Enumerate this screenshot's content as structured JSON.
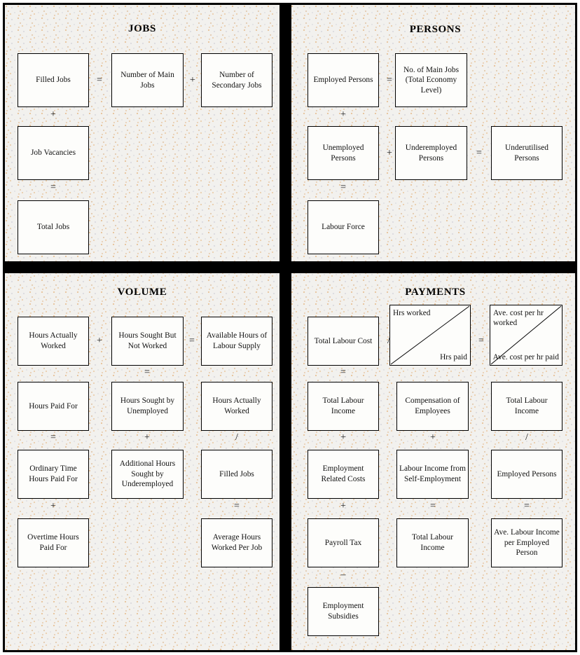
{
  "quadrants": {
    "jobs": {
      "title": "JOBS",
      "boxes": {
        "filled_jobs": "Filled Jobs",
        "number_main_jobs": "Number of Main Jobs",
        "number_secondary_jobs": "Number of Secondary Jobs",
        "job_vacancies": "Job Vacancies",
        "total_jobs": "Total Jobs"
      },
      "operators": {
        "eq_r1": "=",
        "plus_r1": "+",
        "plus_c1a": "+",
        "eq_c1b": "="
      }
    },
    "persons": {
      "title": "PERSONS",
      "boxes": {
        "employed_persons": "Employed Persons",
        "no_main_jobs_total_economy": "No. of Main Jobs (Total Economy Level)",
        "unemployed_persons": "Unemployed Persons",
        "underemployed_persons": "Underemployed Persons",
        "underutilised_persons": "Underutilised Persons",
        "labour_force": "Labour Force"
      },
      "operators": {
        "eq_r1": "=",
        "plus_c1a": "+",
        "plus_r2": "+",
        "eq_r2": "=",
        "eq_c1b": "="
      }
    },
    "volume": {
      "title": "VOLUME",
      "boxes": {
        "hours_actually_worked": "Hours Actually Worked",
        "hours_sought_but_not_worked": "Hours Sought But Not Worked",
        "available_hours_labour_supply": "Available Hours of Labour Supply",
        "hours_paid_for": "Hours Paid For",
        "hours_sought_by_unemployed": "Hours Sought by Unemployed",
        "hours_actually_worked_2": "Hours Actually Worked",
        "ordinary_time_hours_paid_for": "Ordinary Time Hours Paid For",
        "additional_hours_sought_by_underemployed": "Additional Hours Sought by Underemployed",
        "filled_jobs": "Filled Jobs",
        "overtime_hours_paid_for": "Overtime Hours Paid For",
        "average_hours_worked_per_job": "Average Hours Worked Per Job"
      },
      "operators": {
        "plus_r1": "+",
        "eq_r1": "=",
        "eq_c2a": "=",
        "eq_c1a": "=",
        "plus_c2b": "+",
        "div_c3a": "/",
        "plus_c1b": "+",
        "eq_c3b": "="
      }
    },
    "payments": {
      "title": "PAYMENTS",
      "boxes": {
        "total_labour_cost": "Total Labour Cost",
        "hrs_split_top": "Hrs worked",
        "hrs_split_bottom": "Hrs paid",
        "ave_cost_split_top": "Ave. cost per hr worked",
        "ave_cost_split_bottom": "Ave. cost per hr paid",
        "total_labour_income_c1": "Total Labour Income",
        "compensation_of_employees": "Compensation of Employees",
        "total_labour_income_c3": "Total Labour Income",
        "employment_related_costs": "Employment Related Costs",
        "labour_income_self_employment": "Labour Income from Self-Employment",
        "employed_persons": "Employed Persons",
        "payroll_tax": "Payroll Tax",
        "total_labour_income_c2": "Total Labour Income",
        "ave_labour_income_per_employed_person": "Ave. Labour Income per Employed Person",
        "employment_subsidies": "Employment Subsidies"
      },
      "operators": {
        "div_r1": "/",
        "eq_r1": "=",
        "eq_c1a": "=",
        "plus_c1b": "+",
        "plus_c2b": "+",
        "div_c3b": "/",
        "plus_c1c": "+",
        "eq_c2c": "=",
        "eq_c3c": "=",
        "minus_c1d": "–"
      }
    }
  },
  "colors": {
    "background": "#f2f1ee",
    "separator": "#000000",
    "box_fill": "#fdfdfb",
    "box_border": "#000000",
    "text": "#111111"
  }
}
